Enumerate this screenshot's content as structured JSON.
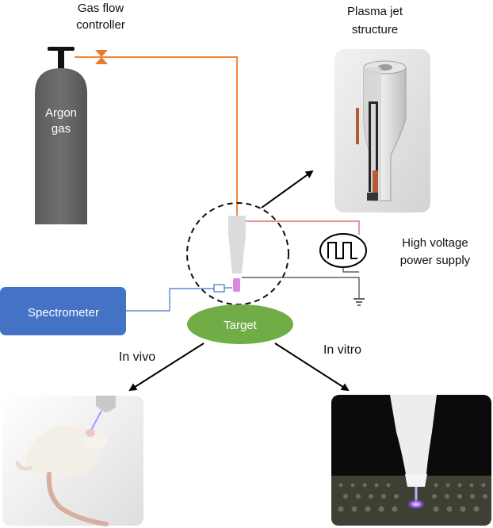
{
  "labels": {
    "gas_flow_controller": [
      "Gas flow",
      "controller"
    ],
    "argon_gas": [
      "Argon",
      "gas"
    ],
    "plasma_jet_structure": [
      "Plasma jet",
      "structure"
    ],
    "high_voltage_power_supply": [
      "High voltage",
      "power supply"
    ],
    "spectrometer": "Spectrometer",
    "target": "Target",
    "in_vivo": "In vivo",
    "in_vitro": "In vitro"
  },
  "colors": {
    "gas_line": "#f0883a",
    "valve": "#ec7a2c",
    "cylinder": "#636363",
    "spectrometer": "#4472c4",
    "target": "#70ad47",
    "fiber": "#4472c4",
    "hv_line": "#e05252",
    "ground_line": "#404040",
    "plasma_plume": "#d98ae0"
  },
  "icons": {
    "valve": "valve-icon",
    "square_wave_source": "square-wave-source-icon",
    "ground": "ground-icon"
  }
}
